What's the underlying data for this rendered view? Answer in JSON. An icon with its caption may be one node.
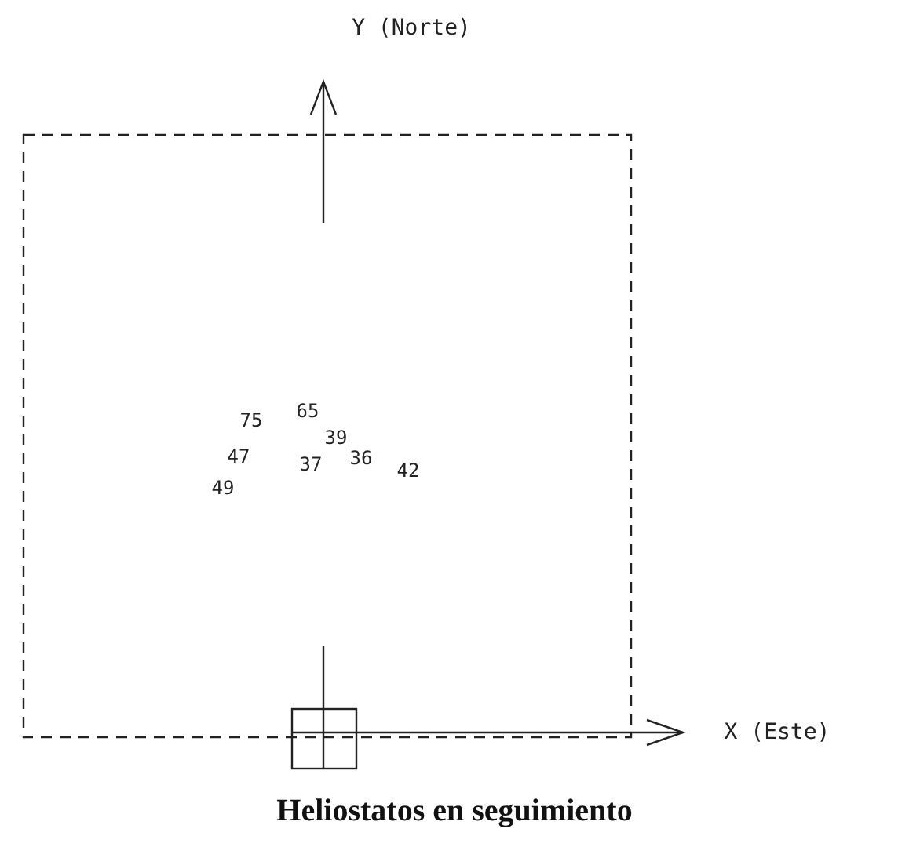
{
  "diagram": {
    "caption": "Heliostatos en seguimiento",
    "labels": [
      "Y (Norte)",
      "65",
      "75",
      "39",
      "47",
      "36",
      "37",
      "42",
      "49",
      "X (Este)"
    ]
  }
}
